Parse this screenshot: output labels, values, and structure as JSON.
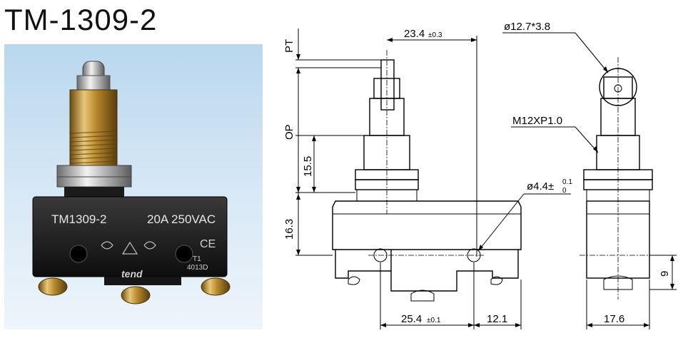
{
  "title": "TM-1309-2",
  "photo": {
    "model_text": "TM1309-2",
    "rating_text": "20A 250VAC",
    "brand_text": "tend",
    "code_line1": "T1",
    "code_line2": "4013D",
    "cert_mark": "CE"
  },
  "drawing": {
    "pt_label": "PT",
    "op_label": "OP",
    "dim_top_width": "23.4",
    "dim_top_tol": "±0.3",
    "dim_plunger": "15.5",
    "dim_body_height": "16.3",
    "dim_roller": "ø12.7*3.8",
    "dim_thread": "M12XP1.0",
    "dim_hole_main": "ø4.4±",
    "dim_hole_tol_up": "0.1",
    "dim_hole_tol_low": "0",
    "dim_hole_spacing": "25.4",
    "dim_hole_spacing_tol": "±0.1",
    "dim_right_offset": "12.1",
    "dim_side_width": "17.6",
    "dim_side_height": "9"
  }
}
